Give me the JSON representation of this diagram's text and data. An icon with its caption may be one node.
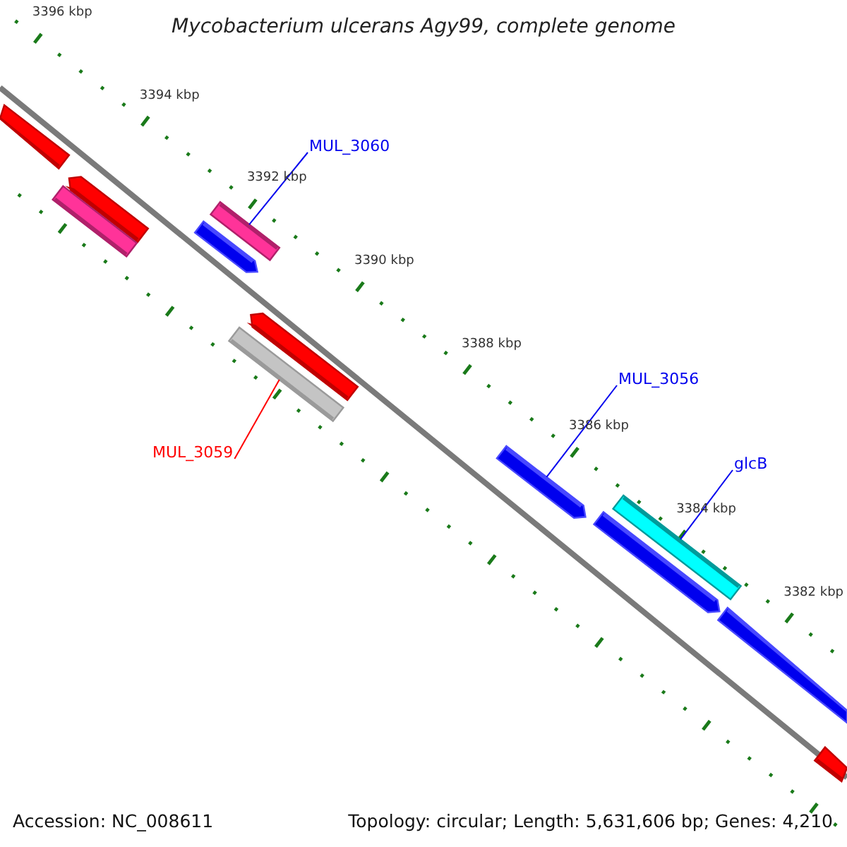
{
  "diagram": {
    "title": "Mycobacterium ulcerans Agy99, complete genome",
    "nodes": [
      {
        "text": [
          "MUL_3060"
        ]
      },
      {
        "text": [
          "MUL_3059"
        ]
      },
      {
        "text": [
          "MUL_3056"
        ]
      },
      {
        "text": [
          "glcB"
        ]
      },
      {
        "text": [],
        "shape": "bar"
      },
      {
        "text": [],
        "shape": "bar"
      },
      {
        "text": [],
        "shape": "bar"
      },
      {
        "text": [],
        "shape": "bar"
      },
      {
        "text": [],
        "shape": "bar"
      },
      {
        "text": [],
        "shape": "bar"
      },
      {
        "text": [],
        "shape": "bar"
      },
      {
        "text": [],
        "shape": "bar"
      },
      {
        "text": [],
        "shape": "bar"
      },
      {
        "text": [],
        "shape": "bar"
      },
      {
        "text": [],
        "shape": "bar"
      },
      {
        "text": [],
        "shape": "bar"
      }
    ],
    "edges": [
      {
        "from": 0,
        "to": 7,
        "arrow": "none"
      },
      {
        "from": 1,
        "to": 10,
        "arrow": "none",
        "color": "#ff0000"
      },
      {
        "from": 2,
        "to": 11,
        "arrow": "none"
      },
      {
        "from": 3,
        "to": 12,
        "arrow": "none"
      }
    ],
    "labels": [
      "3396 kbp",
      "3394 kbp",
      "3392 kbp",
      "3390 kbp",
      "3388 kbp",
      "3386 kbp",
      "3384 kbp",
      "3382 kbp",
      "Accession: NC_008611",
      "Topology: circular; Length: 5,631,606 bp; Genes: 4,210"
    ]
  }
}
